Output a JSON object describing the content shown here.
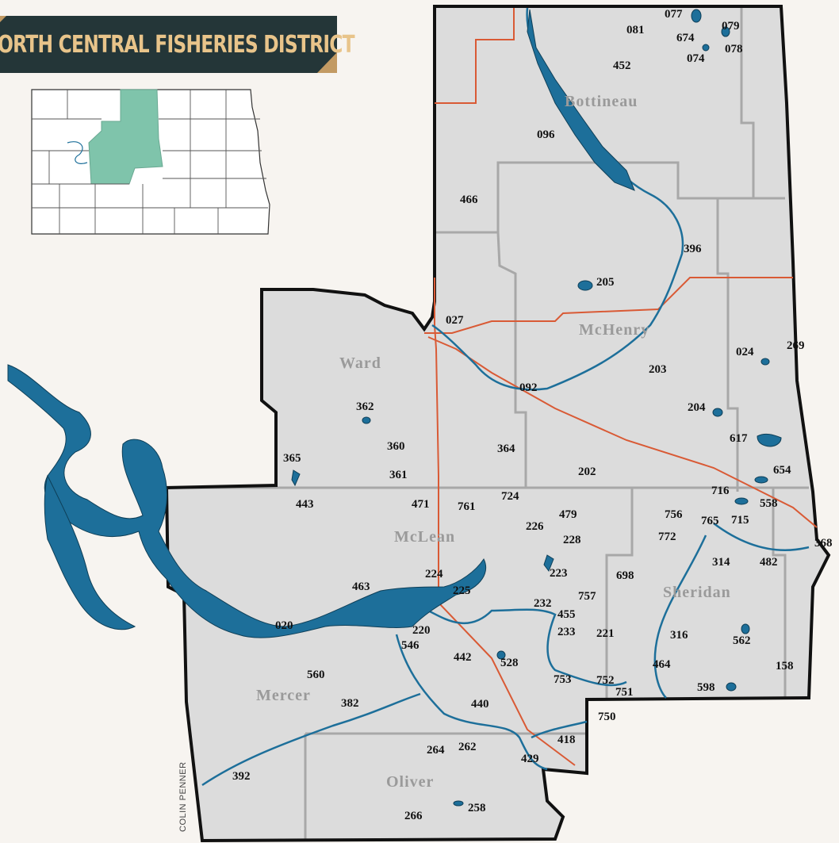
{
  "title": "NORTH CENTRAL FISHERIES DISTRICT",
  "credit": "COLIN PENNER",
  "colors": {
    "water": "#1d6f9a",
    "highway": "#d95a35",
    "county_line": "#a8a8a8",
    "district_fill": "#dcdcdc",
    "inset_highlight": "#7fc4ab",
    "banner": "#243638",
    "banner_text": "#e8c48a"
  },
  "counties": [
    {
      "id": "bottineau",
      "name": "Bottineau"
    },
    {
      "id": "mchenry",
      "name": "McHenry"
    },
    {
      "id": "ward",
      "name": "Ward"
    },
    {
      "id": "mclean",
      "name": "McLean"
    },
    {
      "id": "sheridan",
      "name": "Sheridan"
    },
    {
      "id": "mercer",
      "name": "Mercer"
    },
    {
      "id": "oliver",
      "name": "Oliver"
    }
  ],
  "lakes": [
    "077",
    "081",
    "674",
    "079",
    "074",
    "078",
    "452",
    "096",
    "466",
    "396",
    "205",
    "027",
    "092",
    "024",
    "269",
    "203",
    "204",
    "617",
    "654",
    "362",
    "360",
    "361",
    "365",
    "364",
    "202",
    "443",
    "471",
    "761",
    "724",
    "716",
    "558",
    "479",
    "226",
    "756",
    "765",
    "715",
    "228",
    "772",
    "368",
    "314",
    "482",
    "698",
    "223",
    "224",
    "225",
    "463",
    "757",
    "232",
    "455",
    "233",
    "221",
    "020",
    "220",
    "546",
    "442",
    "528",
    "316",
    "562",
    "158",
    "464",
    "753",
    "752",
    "751",
    "560",
    "598",
    "382",
    "440",
    "750",
    "418",
    "264",
    "262",
    "429",
    "392",
    "258",
    "266"
  ],
  "inset": {
    "label": "North Dakota county map with district highlighted"
  }
}
